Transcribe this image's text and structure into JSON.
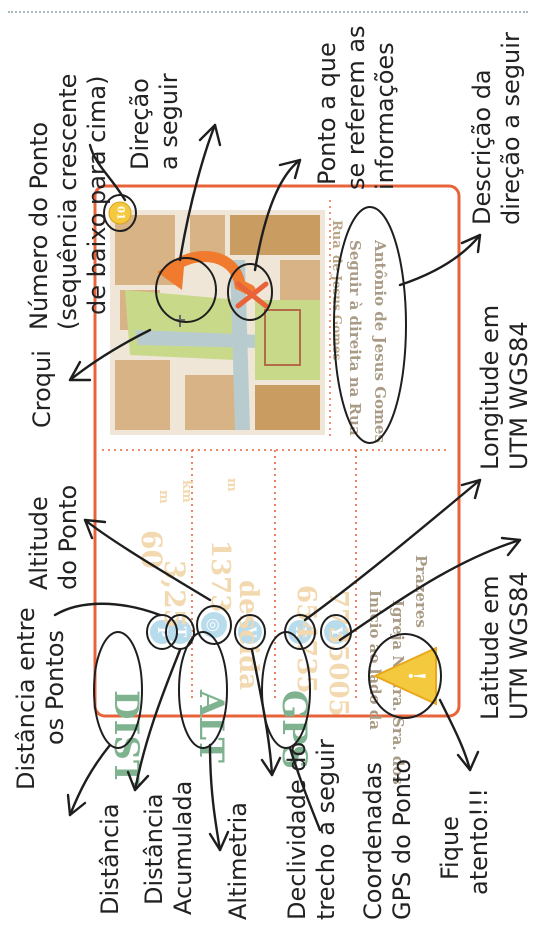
{
  "card": {
    "dist_title": "DIST",
    "alt_title": "ALT",
    "gps_title": "GPS",
    "p_label": "P",
    "t_label": "T",
    "alt_icon_label": "◎",
    "v_label": "V",
    "x_label": "X",
    "y_label": "Y",
    "dist_p_value": "60",
    "dist_p_unit": "m",
    "dist_t_value": "3,25",
    "dist_t_unit": "km",
    "altitude_value": "1373",
    "altitude_unit": "m",
    "slope_value": "descida",
    "gps_x_value": "654735",
    "gps_y_value": "7735005",
    "note_line1": "Início ao lado da",
    "note_line2": "Igreja N.S.ra. Sra. dos",
    "note_line3": "Prazeres",
    "point_number": "01",
    "street_label_1": "Rua",
    "street_label_2": "de Jesus Gomes",
    "desc_line1": "Seguir à direita na Rua",
    "desc_line2": "Antônio de Jesus Gomes",
    "warning_symbol": "!"
  },
  "annotations": {
    "numero_line1": "Número do Ponto",
    "numero_line2": "(sequência crescente",
    "numero_line3": "de baixo para cima)",
    "direcao_line1": "Direção",
    "direcao_line2": "a seguir",
    "ponto_line1": "Ponto a que",
    "ponto_line2": "se referem as",
    "ponto_line3": "informações",
    "descricao_line1": "Descrição da",
    "descricao_line2": "direção a seguir",
    "croqui": "Croqui",
    "altitude_line1": "Altitude",
    "altitude_line2": "do Ponto",
    "longitude_line1": "Longitude em",
    "longitude_line2": "UTM WGS84",
    "distancia_entre_line1": "Distância entre",
    "distancia_entre_line2": "os Pontos",
    "latitude_line1": "Latitude em",
    "latitude_line2": "UTM WGS84",
    "distancia": "Distância",
    "distancia_acum_line1": "Distância",
    "distancia_acum_line2": "Acumulada",
    "altimetria": "Altimetria",
    "declividade_line1": "Declividade do",
    "declividade_line2": "trecho a seguir",
    "coordenadas_line1": "Coordenadas",
    "coordenadas_line2": "GPS do Ponto",
    "fique_line1": "Fique",
    "fique_line2": "atento!!!"
  },
  "colors": {
    "card_border": "#e8633a",
    "title_green": "#7fb38f",
    "pale_blue": "#b9dcec",
    "tan": "#d8b386",
    "tan_dark": "#c99c62",
    "orange": "#f07a2e",
    "yellow": "#f5c93e",
    "green_map": "#c9d98a",
    "blue_gray": "#b8ccd0"
  }
}
